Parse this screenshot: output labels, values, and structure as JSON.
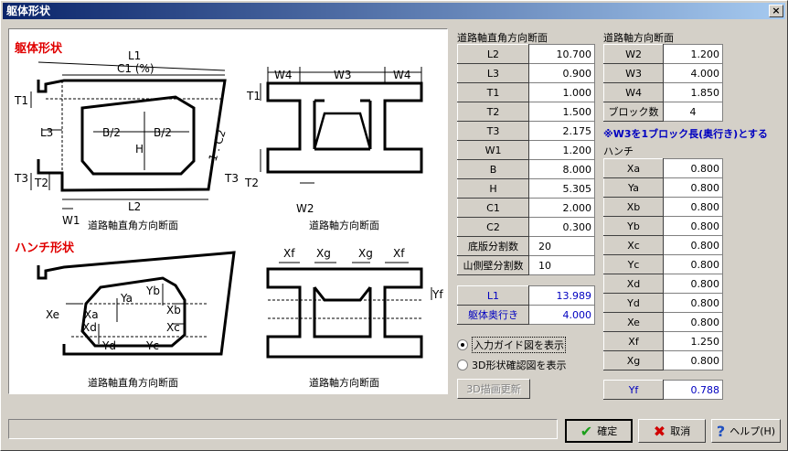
{
  "window": {
    "title": "躯体形状",
    "close": "×"
  },
  "guide": {
    "heading1": "躯体形状",
    "heading2": "ハンチ形状",
    "cap_tl": "道路軸直角方向断面",
    "cap_tr": "道路軸方向断面",
    "cap_bl": "道路軸直角方向断面",
    "cap_br": "道路軸方向断面",
    "d1": {
      "L1": "L1",
      "C1": "C1 (%)",
      "T1": "T1",
      "L3": "L3",
      "B2a": "B/2",
      "B2b": "B/2",
      "H": "H",
      "C2": "1 : C2",
      "T3": "T3",
      "T2": "T2",
      "L2": "L2",
      "W1": "W1"
    },
    "d2": {
      "W4a": "W4",
      "W3": "W3",
      "W4b": "W4",
      "T1": "T1",
      "T3": "T3",
      "T2": "T2",
      "W2": "W2"
    },
    "d3": {
      "Xe": "Xe",
      "Xa": "Xa",
      "Xd": "Xd",
      "Yd": "Yd",
      "Ya": "Ya",
      "Yb": "Yb",
      "Xb": "Xb",
      "Xc": "Xc",
      "Yc": "Yc"
    },
    "d4": {
      "Xf1": "Xf",
      "Xg1": "Xg",
      "Xg2": "Xg",
      "Xf2": "Xf",
      "Yf": "Yf"
    }
  },
  "left_table": {
    "title": "道路軸直角方向断面",
    "rows": [
      {
        "label": "L2",
        "value": "10.700"
      },
      {
        "label": "L3",
        "value": "0.900"
      },
      {
        "label": "T1",
        "value": "1.000"
      },
      {
        "label": "T2",
        "value": "1.500"
      },
      {
        "label": "T3",
        "value": "2.175"
      },
      {
        "label": "W1",
        "value": "1.200"
      },
      {
        "label": "B",
        "value": "8.000"
      },
      {
        "label": "H",
        "value": "5.305"
      },
      {
        "label": "C1",
        "value": "2.000"
      },
      {
        "label": "C2",
        "value": "0.300"
      },
      {
        "label": "底版分割数",
        "value": "20"
      },
      {
        "label": "山側壁分割数",
        "value": "10"
      }
    ]
  },
  "calc_table": {
    "rows": [
      {
        "label": "L1",
        "value": "13.989"
      },
      {
        "label": "躯体奥行き",
        "value": "4.000"
      }
    ]
  },
  "right_table": {
    "title": "道路軸方向断面",
    "rows": [
      {
        "label": "W2",
        "value": "1.200"
      },
      {
        "label": "W3",
        "value": "4.000"
      },
      {
        "label": "W4",
        "value": "1.850"
      },
      {
        "label": "ブロック数",
        "value": "4"
      }
    ]
  },
  "note": "※W3を1ブロック長(奥行き)とする",
  "haunch": {
    "title": "ハンチ",
    "rows": [
      {
        "label": "Xa",
        "value": "0.800"
      },
      {
        "label": "Ya",
        "value": "0.800"
      },
      {
        "label": "Xb",
        "value": "0.800"
      },
      {
        "label": "Yb",
        "value": "0.800"
      },
      {
        "label": "Xc",
        "value": "0.800"
      },
      {
        "label": "Yc",
        "value": "0.800"
      },
      {
        "label": "Xd",
        "value": "0.800"
      },
      {
        "label": "Yd",
        "value": "0.800"
      },
      {
        "label": "Xe",
        "value": "0.800"
      },
      {
        "label": "Xf",
        "value": "1.250"
      },
      {
        "label": "Xg",
        "value": "0.800"
      }
    ]
  },
  "yf": {
    "label": "Yf",
    "value": "0.788"
  },
  "options": {
    "guide_label": "入力ガイド図を表示",
    "guide_selected": true,
    "view3d_label": "3D形状確認図を表示"
  },
  "buttons": {
    "redraw": "3D描画更新",
    "ok": "確定",
    "cancel": "取消",
    "help": "ヘルプ(H)"
  },
  "colors": {
    "heading": "#e00000",
    "calc_text": "#0000c0",
    "titlebar": "#0a246a",
    "ok_icon": "#1a9e1a",
    "cancel_icon": "#d00000",
    "help_icon": "#2050c0"
  }
}
